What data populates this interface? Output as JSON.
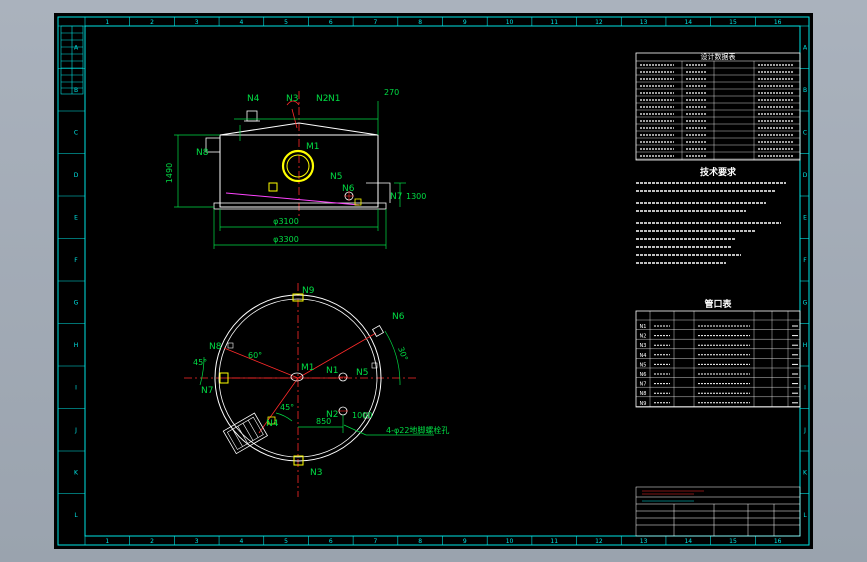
{
  "colors": {
    "background": "#000000",
    "frame": "#00e5e5",
    "dimension": "#00dd44",
    "centerline": "#ff2a2a",
    "outline": "#ffffff",
    "nozzle": "#ffff00",
    "note": "#ff2a2a",
    "slope": "#ff44ff"
  },
  "border": {
    "top_numbers": [
      "1",
      "2",
      "3",
      "4",
      "5",
      "6",
      "7",
      "8",
      "9",
      "10",
      "11",
      "12",
      "13",
      "14",
      "15",
      "16"
    ],
    "side_letters": [
      "A",
      "B",
      "C",
      "D",
      "E",
      "F",
      "G",
      "H",
      "I",
      "J",
      "K",
      "L"
    ]
  },
  "elevation": {
    "labels": [
      "N4",
      "N3",
      "N2",
      "N1",
      "M1",
      "N5",
      "N6",
      "N7",
      "N8"
    ],
    "dims": [
      "φ3100",
      "φ3300",
      "1490",
      "270",
      "1300"
    ]
  },
  "plan": {
    "labels": [
      "N9",
      "N8",
      "N7",
      "N6",
      "N5",
      "N4",
      "N3",
      "N2",
      "N1",
      "M1"
    ],
    "angles": [
      "30°",
      "45°",
      "45°",
      "60°"
    ],
    "dims": [
      "850",
      "1000"
    ],
    "note": "4-φ22地脚螺栓孔"
  },
  "titles": {
    "design_data": "设计数据表",
    "tech_req": "技术要求",
    "nozzle_table": "管口表"
  },
  "nozzle_table": {
    "rows": [
      "N1",
      "N2",
      "N3",
      "N4",
      "N5",
      "N6",
      "N7",
      "N8",
      "N9"
    ]
  }
}
